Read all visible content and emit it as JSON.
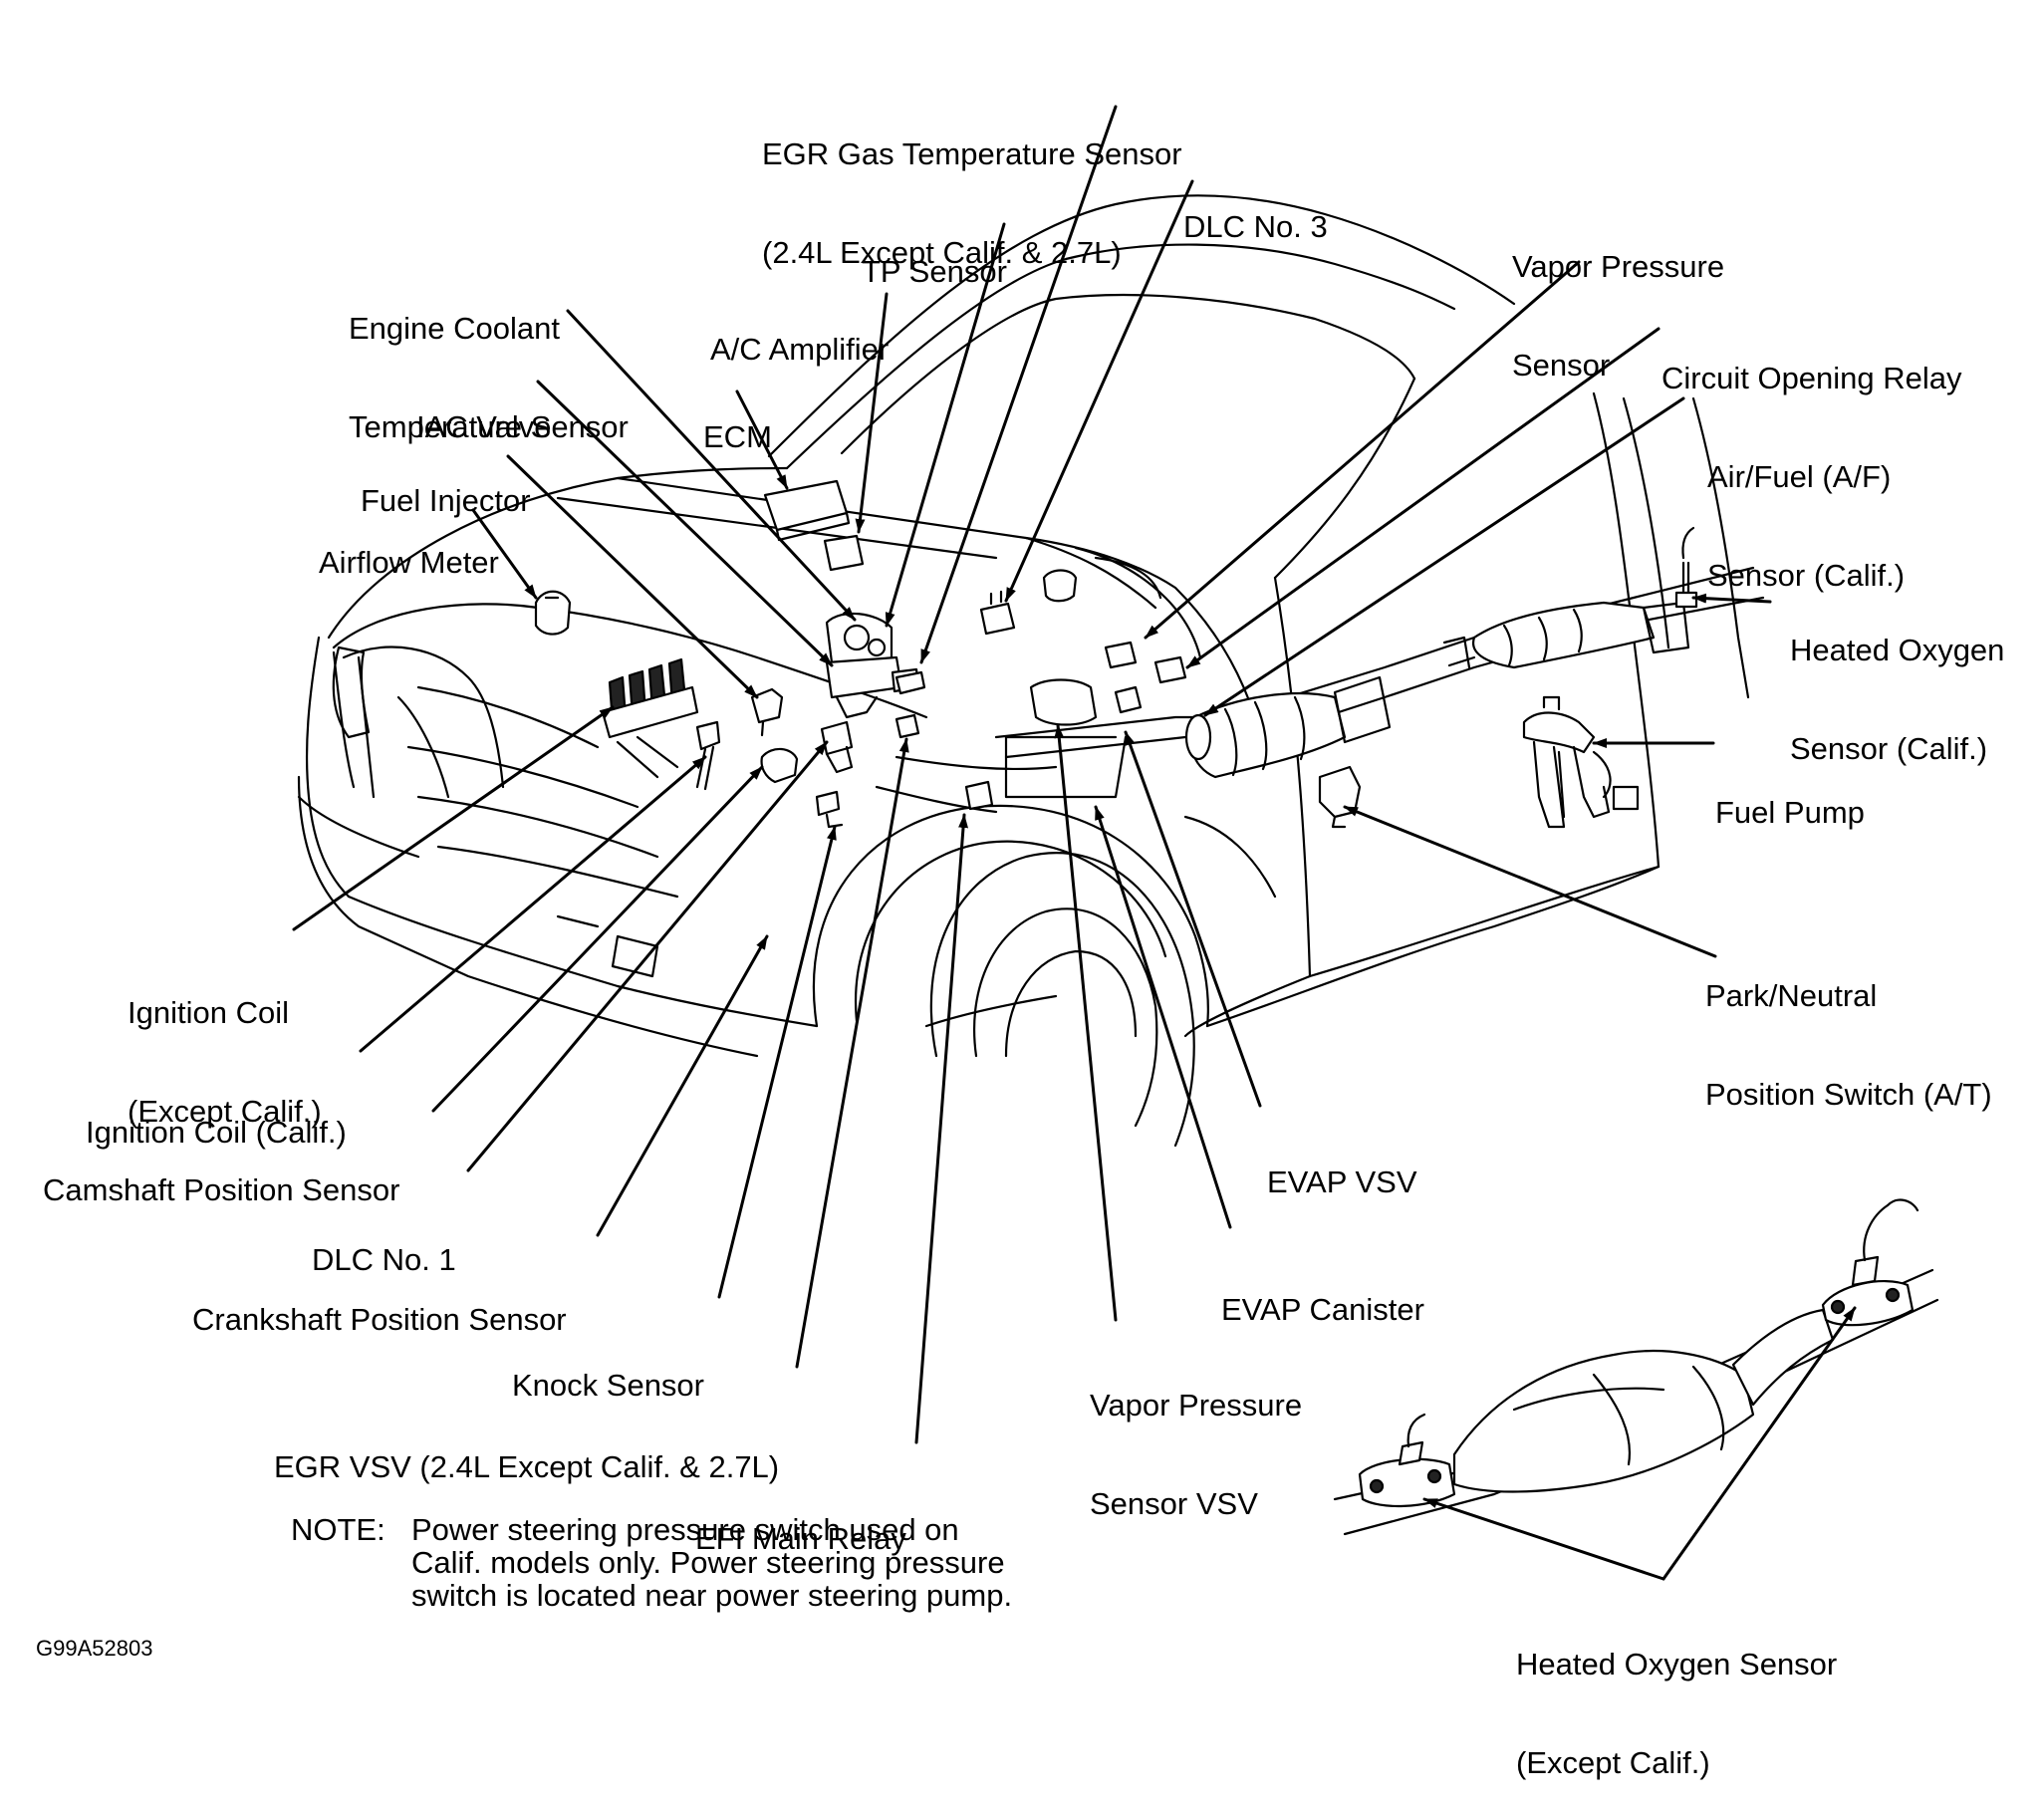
{
  "labels": {
    "egr_gas_temp": [
      "EGR Gas Temperature Sensor",
      "(2.4L Except Calif. & 2.7L)"
    ],
    "dlc3": [
      "DLC No. 3"
    ],
    "tp_sensor": [
      "TP Sensor"
    ],
    "vapor_pressure_sensor": [
      "Vapor Pressure",
      "Sensor"
    ],
    "engine_coolant": [
      "Engine Coolant",
      "Temperature Sensor"
    ],
    "ac_amplifier": [
      "A/C Amplifier"
    ],
    "circuit_opening_relay": [
      "Circuit Opening Relay"
    ],
    "iac_valve": [
      "IAC Valve"
    ],
    "ecm": [
      "ECM"
    ],
    "air_fuel_sensor": [
      "Air/Fuel (A/F)",
      "Sensor (Calif.)"
    ],
    "fuel_injector": [
      "Fuel Injector"
    ],
    "airflow_meter": [
      "Airflow Meter"
    ],
    "heated_o2_calif": [
      "Heated Oxygen",
      "Sensor (Calif.)"
    ],
    "fuel_pump": [
      "Fuel Pump"
    ],
    "park_neutral": [
      "Park/Neutral",
      "Position Switch (A/T)"
    ],
    "ignition_coil_except": [
      "Ignition Coil",
      "(Except Calif.)"
    ],
    "ignition_coil_calif": [
      "Ignition Coil (Calif.)"
    ],
    "camshaft": [
      "Camshaft Position Sensor"
    ],
    "evap_vsv": [
      "EVAP VSV"
    ],
    "dlc1": [
      "DLC No. 1"
    ],
    "crankshaft": [
      "Crankshaft Position Sensor"
    ],
    "evap_canister": [
      "EVAP Canister"
    ],
    "knock_sensor": [
      "Knock Sensor"
    ],
    "vapor_pressure_vsv": [
      "Vapor Pressure",
      "Sensor VSV"
    ],
    "egr_vsv": [
      "EGR VSV (2.4L Except Calif. & 2.7L)"
    ],
    "efi_main_relay": [
      "EFI Main Relay"
    ],
    "heated_o2_except": [
      "Heated Oxygen Sensor",
      "(Except Calif.)"
    ]
  },
  "note": {
    "prefix": "NOTE:",
    "lines": [
      "Power steering pressure switch used on",
      "Calif. models only.  Power steering pressure",
      "switch is located near power steering pump."
    ]
  },
  "figure_code": "G99A52803"
}
